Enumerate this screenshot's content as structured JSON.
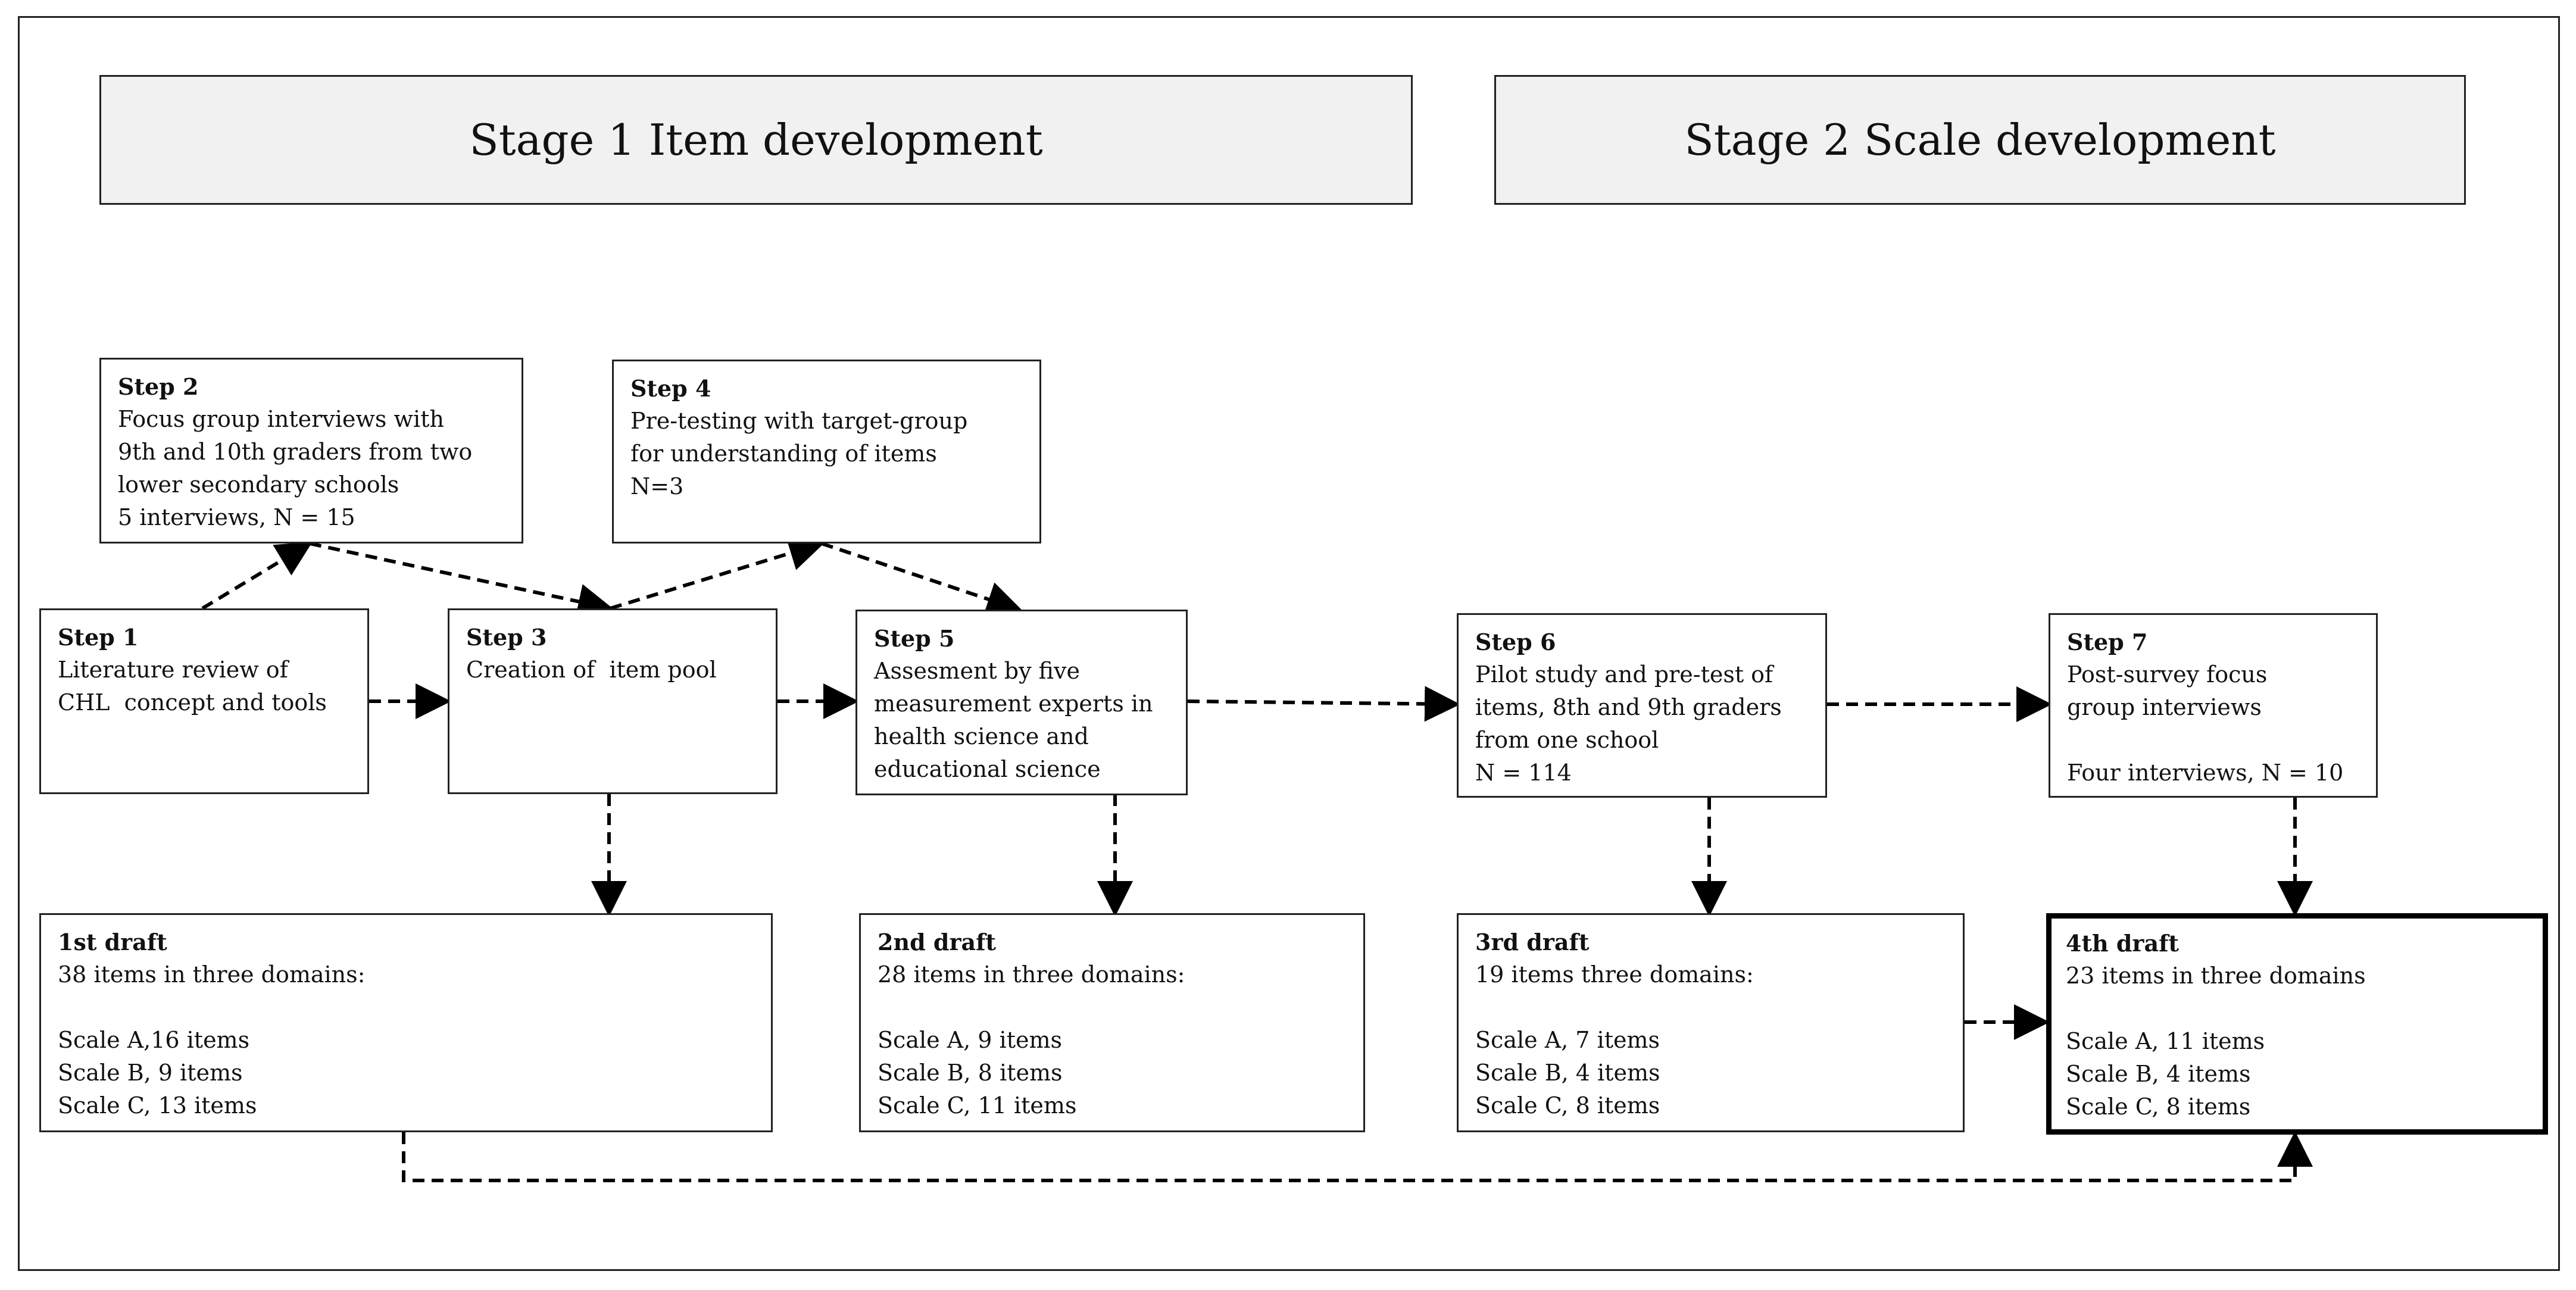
{
  "stages": [
    {
      "id": "stage-1",
      "label": "Stage 1 Item development"
    },
    {
      "id": "stage-2",
      "label": "Stage 2 Scale development"
    }
  ],
  "steps": {
    "step1": {
      "title": "Step 1",
      "lines": [
        "Literature review of",
        "CHL  concept and tools"
      ]
    },
    "step2": {
      "title": "Step 2",
      "lines": [
        "Focus group interviews with",
        "9th and 10th graders from two",
        "lower secondary schools",
        "5 interviews, N = 15"
      ]
    },
    "step3": {
      "title": "Step 3",
      "lines": [
        "Creation of  item pool"
      ]
    },
    "step4": {
      "title": "Step 4",
      "lines": [
        "Pre-testing with target-group",
        "for understanding of items",
        "N=3"
      ]
    },
    "step5": {
      "title": "Step 5",
      "lines": [
        "Assesment by five",
        "measurement experts in",
        "health science and",
        "educational science"
      ]
    },
    "step6": {
      "title": "Step 6",
      "lines": [
        "Pilot study and pre-test of",
        "items, 8th and 9th graders",
        "from one school",
        "N = 114"
      ]
    },
    "step7": {
      "title": "Step 7",
      "lines": [
        "Post-survey focus",
        "group interviews",
        "",
        "Four interviews, N = 10"
      ]
    }
  },
  "drafts": {
    "draft1": {
      "title": "1st draft",
      "lines": [
        "38 items in three domains:",
        "",
        "Scale A,16 items",
        "Scale B, 9 items",
        "Scale C, 13 items"
      ]
    },
    "draft2": {
      "title": "2nd draft",
      "lines": [
        "28 items in three domains:",
        "",
        "Scale A, 9 items",
        "Scale B, 8 items",
        "Scale C, 11 items"
      ]
    },
    "draft3": {
      "title": "3rd draft",
      "lines": [
        "19 items three domains:",
        "",
        "Scale A, 7 items",
        "Scale B, 4 items",
        "Scale C, 8 items"
      ]
    },
    "draft4": {
      "title": "4th draft",
      "lines": [
        "23 items in three domains",
        "",
        "Scale A, 11 items",
        "Scale B, 4 items",
        "Scale C, 8 items"
      ]
    }
  },
  "connectors": [
    {
      "from": "step1",
      "to": "step2",
      "style": "dashed"
    },
    {
      "from": "step2",
      "to": "step3",
      "style": "dashed"
    },
    {
      "from": "step1",
      "to": "step3",
      "style": "dashed"
    },
    {
      "from": "step3",
      "to": "step4",
      "style": "dashed"
    },
    {
      "from": "step4",
      "to": "step5",
      "style": "dashed"
    },
    {
      "from": "step3",
      "to": "step5",
      "style": "dashed"
    },
    {
      "from": "step5",
      "to": "step6",
      "style": "dashed"
    },
    {
      "from": "step6",
      "to": "step7",
      "style": "dashed"
    },
    {
      "from": "step3",
      "to": "draft1",
      "style": "dashed"
    },
    {
      "from": "step5",
      "to": "draft2",
      "style": "dashed"
    },
    {
      "from": "step6",
      "to": "draft3",
      "style": "dashed"
    },
    {
      "from": "step7",
      "to": "draft4",
      "style": "dashed"
    },
    {
      "from": "draft3",
      "to": "draft4",
      "style": "dashed"
    },
    {
      "from": "draft1",
      "to": "draft4",
      "style": "dashed"
    }
  ]
}
